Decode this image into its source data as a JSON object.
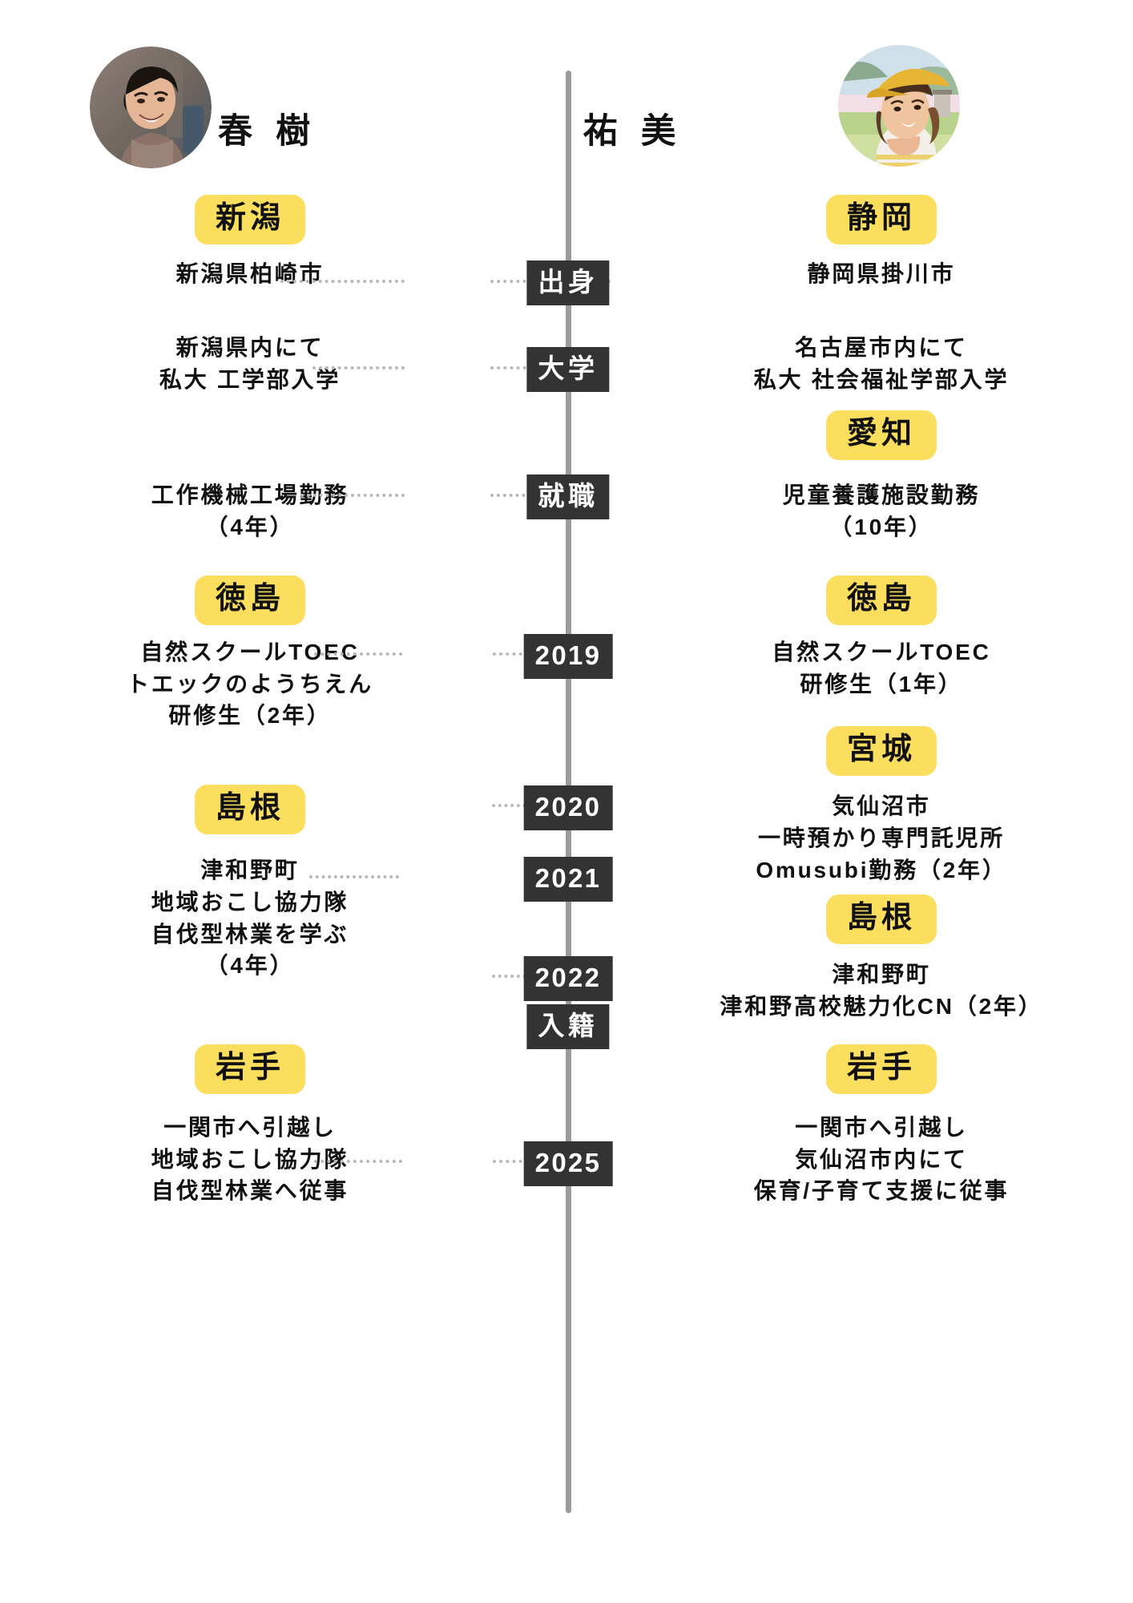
{
  "people": {
    "left": {
      "name": "春 樹",
      "avatar": "portrait-man-smiling"
    },
    "right": {
      "name": "祐 美",
      "avatar": "portrait-woman-cap"
    }
  },
  "timeline": {
    "rows": [
      {
        "id": "origin",
        "center": "出身",
        "center_type": "label",
        "dots": "both",
        "left": {
          "pref": "新潟",
          "lines": [
            "新潟県柏崎市"
          ]
        },
        "right": {
          "pref": "静岡",
          "lines": [
            "静岡県掛川市"
          ]
        }
      },
      {
        "id": "university",
        "center": "大学",
        "center_type": "label",
        "dots": "both",
        "left": {
          "pref": "",
          "lines": [
            "新潟県内にて",
            "私大 工学部入学"
          ]
        },
        "right": {
          "pref": "",
          "lines": [
            "名古屋市内にて",
            "私大 社会福祉学部入学"
          ]
        }
      },
      {
        "id": "employment",
        "center": "就職",
        "center_type": "label",
        "dots": "both",
        "left": {
          "pref": "",
          "lines": [
            "工作機械工場勤務",
            "（4年）"
          ]
        },
        "right": {
          "pref": "愛知",
          "lines": [
            "児童養護施設勤務",
            "（10年）"
          ]
        }
      },
      {
        "id": "y2019",
        "center": "2019",
        "center_type": "year",
        "dots": "both",
        "left": {
          "pref": "徳島",
          "lines": [
            "自然スクールTOEC",
            "トエックのようちえん",
            "研修生（2年）"
          ]
        },
        "right": {
          "pref": "徳島",
          "lines": [
            "自然スクールTOEC",
            "研修生（1年）"
          ]
        }
      },
      {
        "id": "y2020",
        "center": "2020",
        "center_type": "year",
        "dots": "right",
        "left": {
          "pref": "島根",
          "lines": []
        },
        "right": {
          "pref": "宮城",
          "lines": [
            "気仙沼市",
            "一時預かり専門託児所",
            "Omusubi勤務（2年）"
          ]
        }
      },
      {
        "id": "y2021",
        "center": "2021",
        "center_type": "year",
        "dots": "left",
        "left": {
          "pref": "",
          "lines": [
            "津和野町",
            "地域おこし協力隊",
            "自伐型林業を学ぶ",
            "（4年）"
          ]
        },
        "right": {
          "pref": "島根",
          "lines": []
        }
      },
      {
        "id": "y2022",
        "center": "2022",
        "center_type": "year",
        "dots": "right",
        "left": {
          "pref": "",
          "lines": []
        },
        "right": {
          "pref": "",
          "lines": [
            "津和野町",
            "津和野高校魅力化CN（2年）"
          ]
        }
      },
      {
        "id": "marriage",
        "center": "入籍",
        "center_type": "label",
        "dots": "none",
        "left": {
          "pref": "",
          "lines": []
        },
        "right": {
          "pref": "",
          "lines": []
        }
      },
      {
        "id": "y2025",
        "center": "2025",
        "center_type": "year",
        "dots": "both",
        "left": {
          "pref": "岩手",
          "lines": [
            "一関市へ引越し",
            "地域おこし協力隊",
            "自伐型林業へ従事"
          ]
        },
        "right": {
          "pref": "岩手",
          "lines": [
            "一関市へ引越し",
            "気仙沼市内にて",
            "保育/子育て支援に従事"
          ]
        }
      }
    ]
  },
  "colors": {
    "badge": "#FCDE5E",
    "chip": "#333333",
    "chip_text": "#FFFFFF",
    "spine": "#9B9B9B",
    "dots": "#B8B8B8",
    "text": "#111111",
    "background": "#FFFFFF"
  }
}
